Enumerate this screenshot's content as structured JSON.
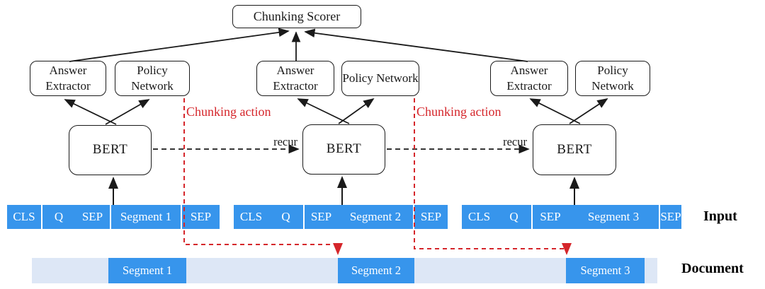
{
  "figure": {
    "scorer_label": "Chunking Scorer",
    "answer_extractor_label": "Answer Extractor",
    "policy_network_label": "Policy Network",
    "bert_label": "BERT",
    "recur_label": "recur",
    "chunking_action_label": "Chunking action",
    "input_label": "Input",
    "document_label": "Document",
    "rows": [
      {
        "tokens": [
          "CLS",
          "Q",
          "SEP",
          "Segment 1",
          "SEP"
        ]
      },
      {
        "tokens": [
          "CLS",
          "Q",
          "SEP",
          "Segment 2",
          "SEP"
        ]
      },
      {
        "tokens": [
          "CLS",
          "Q",
          "SEP",
          "Segment 3",
          "SEP"
        ]
      }
    ],
    "document_segments": [
      "Segment 1",
      "Segment 2",
      "Segment 3"
    ],
    "colors": {
      "token_blue": "#3795ec",
      "doc_bar_light": "#dde7f6",
      "action_red": "#d5262b",
      "line_black": "#1a1a1a"
    }
  }
}
